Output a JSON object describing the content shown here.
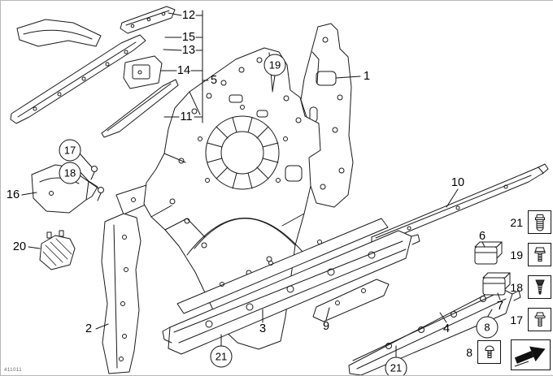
{
  "callouts": {
    "c12": "12",
    "c15": "15",
    "c13": "13",
    "c14": "14",
    "c5": "5",
    "c11": "11",
    "c19": "19",
    "c1": "1",
    "c17": "17",
    "c18": "18",
    "c16": "16",
    "c20": "20",
    "c10": "10",
    "c6": "6",
    "c7": "7",
    "c2": "2",
    "c3": "3",
    "c9": "9",
    "c4": "4",
    "c21a": "21",
    "c21b": "21",
    "c8": "8"
  },
  "legend": {
    "rows": [
      {
        "label": "21",
        "icon": "threaded-plug-icon"
      },
      {
        "label": "19",
        "icon": "hex-bolt-icon"
      },
      {
        "label": "18",
        "icon": "tapping-screw-icon"
      },
      {
        "label": "17",
        "icon": "flange-bolt-icon"
      }
    ],
    "extra": {
      "label": "8",
      "icon": "round-bolt-icon"
    },
    "nav_icon": "page-forward-arrow-icon"
  },
  "footer": {
    "code": "411011"
  },
  "colors": {
    "line": "#1a1a1a",
    "background": "#ffffff"
  }
}
